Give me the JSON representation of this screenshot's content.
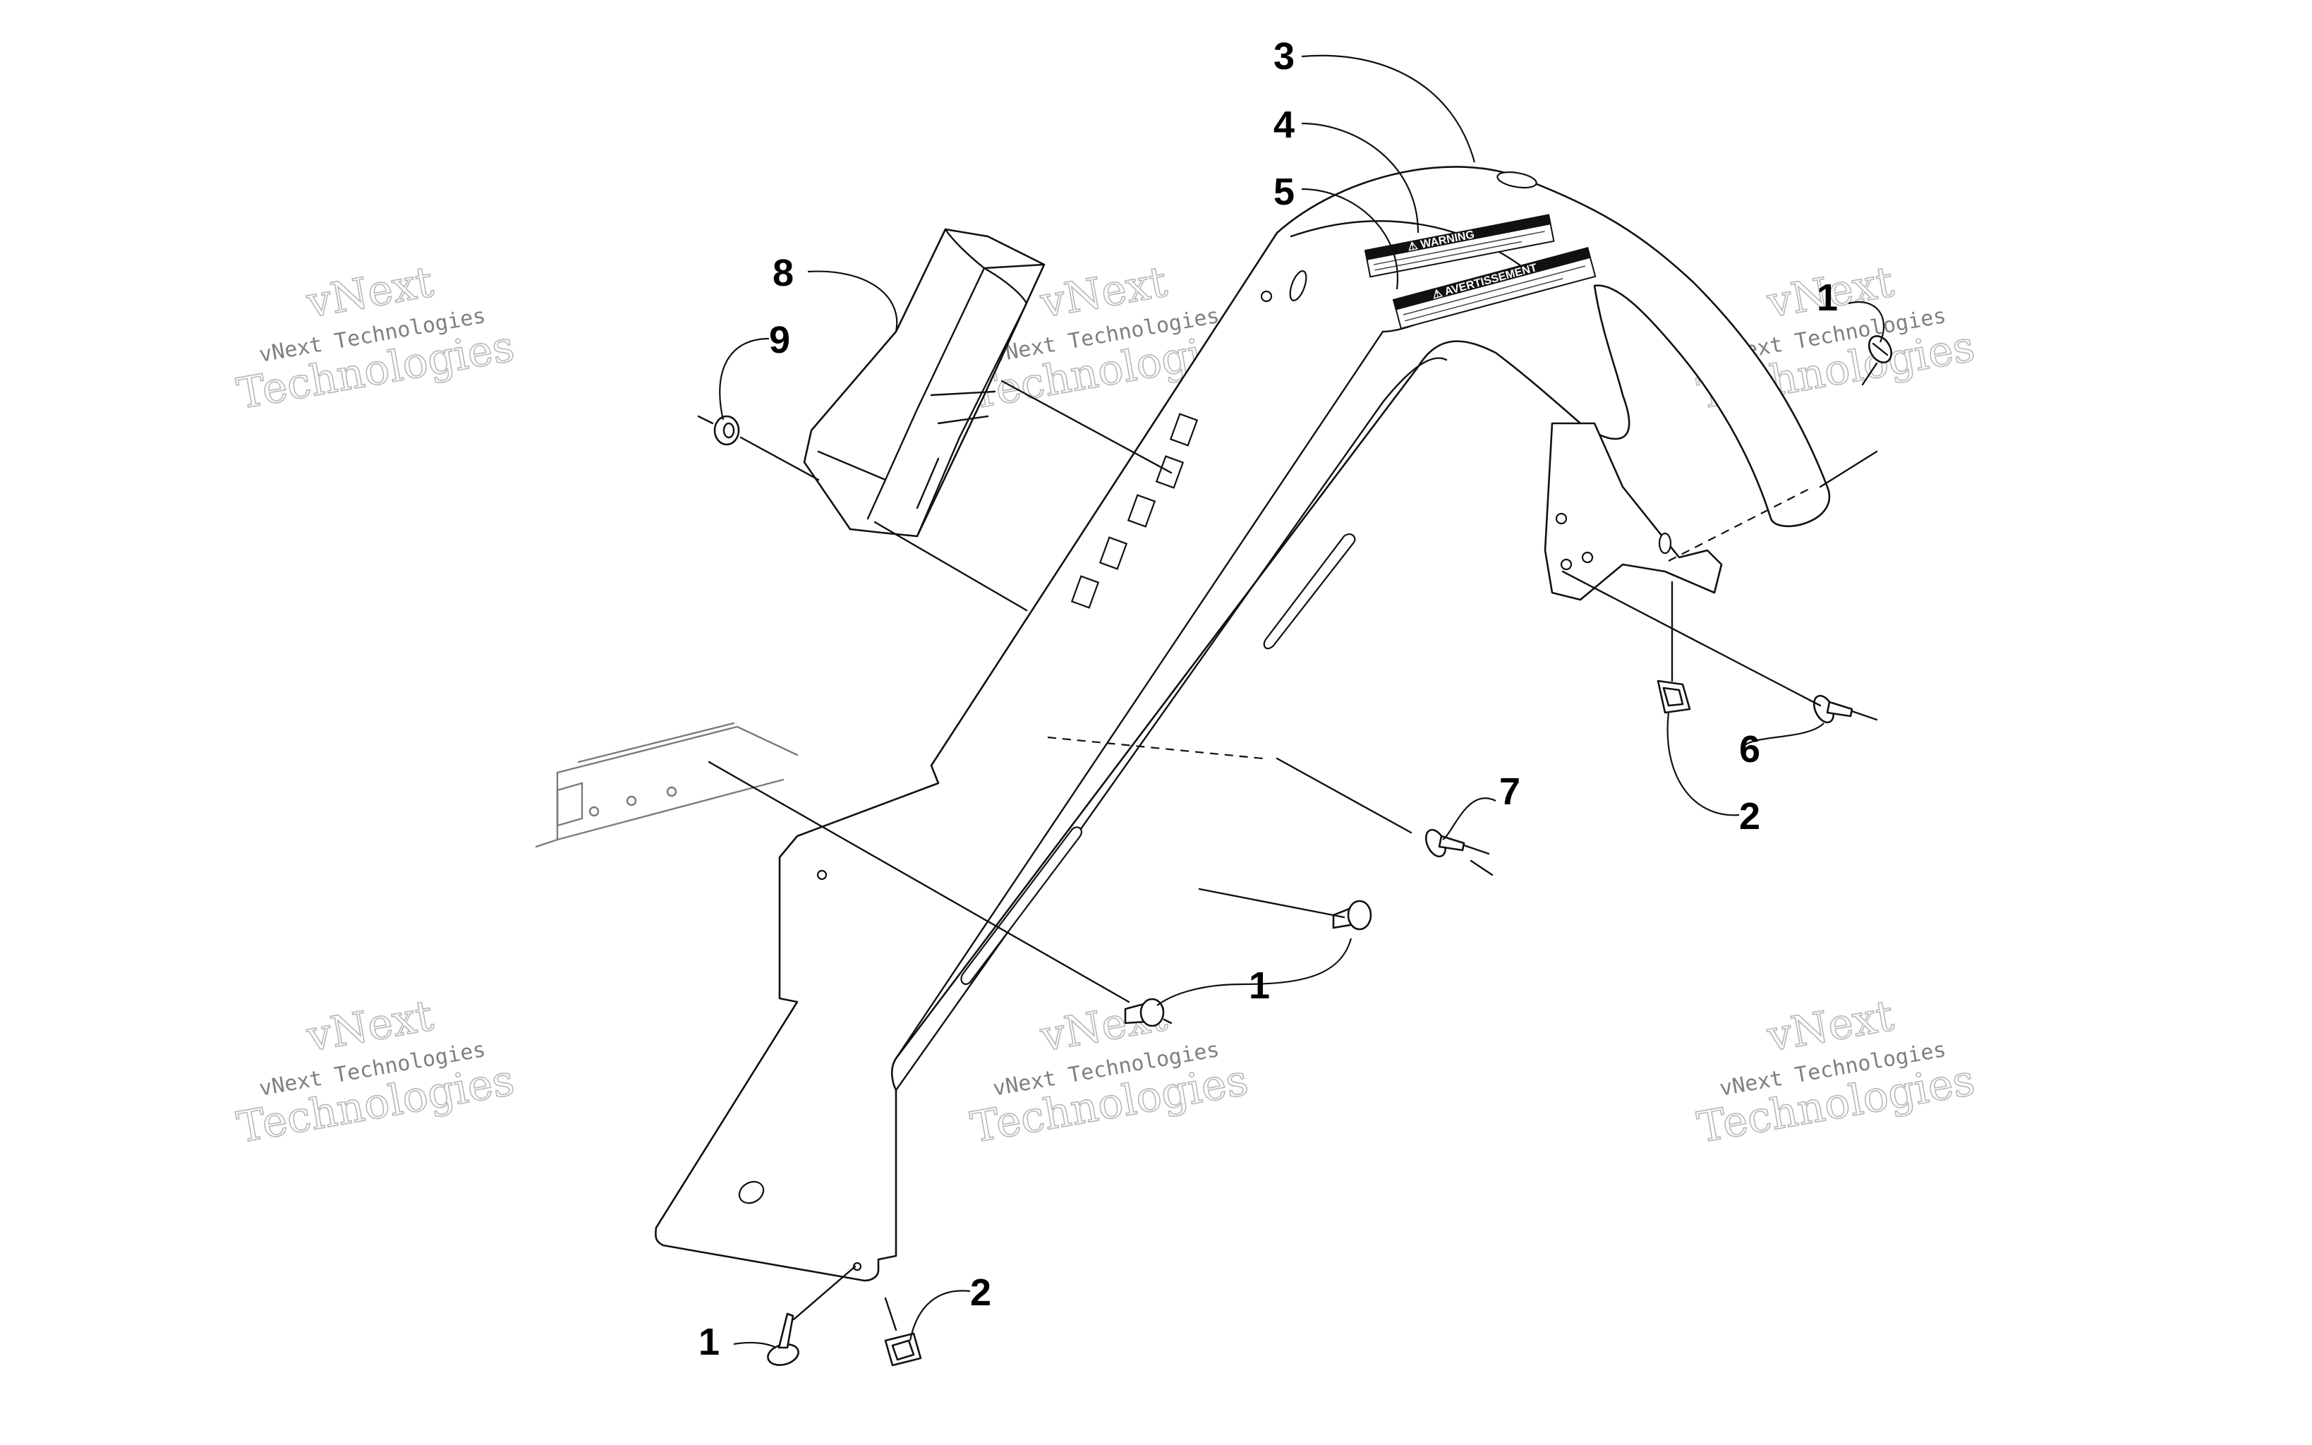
{
  "callouts": [
    {
      "id": "c3",
      "label": "3"
    },
    {
      "id": "c4",
      "label": "4"
    },
    {
      "id": "c5",
      "label": "5"
    },
    {
      "id": "c8",
      "label": "8"
    },
    {
      "id": "c9",
      "label": "9"
    },
    {
      "id": "c1a",
      "label": "1"
    },
    {
      "id": "c7",
      "label": "7"
    },
    {
      "id": "c6",
      "label": "6"
    },
    {
      "id": "c2a",
      "label": "2"
    },
    {
      "id": "c1b",
      "label": "1"
    },
    {
      "id": "c1c",
      "label": "1"
    },
    {
      "id": "c2b",
      "label": "2"
    }
  ],
  "decals": {
    "warning": "⚠ WARNING",
    "avertissement": "⚠ AVERTISSEMENT"
  },
  "watermark": {
    "small": "vNext Technologies",
    "big_top": "vNext",
    "big_bottom": "Technologies"
  }
}
